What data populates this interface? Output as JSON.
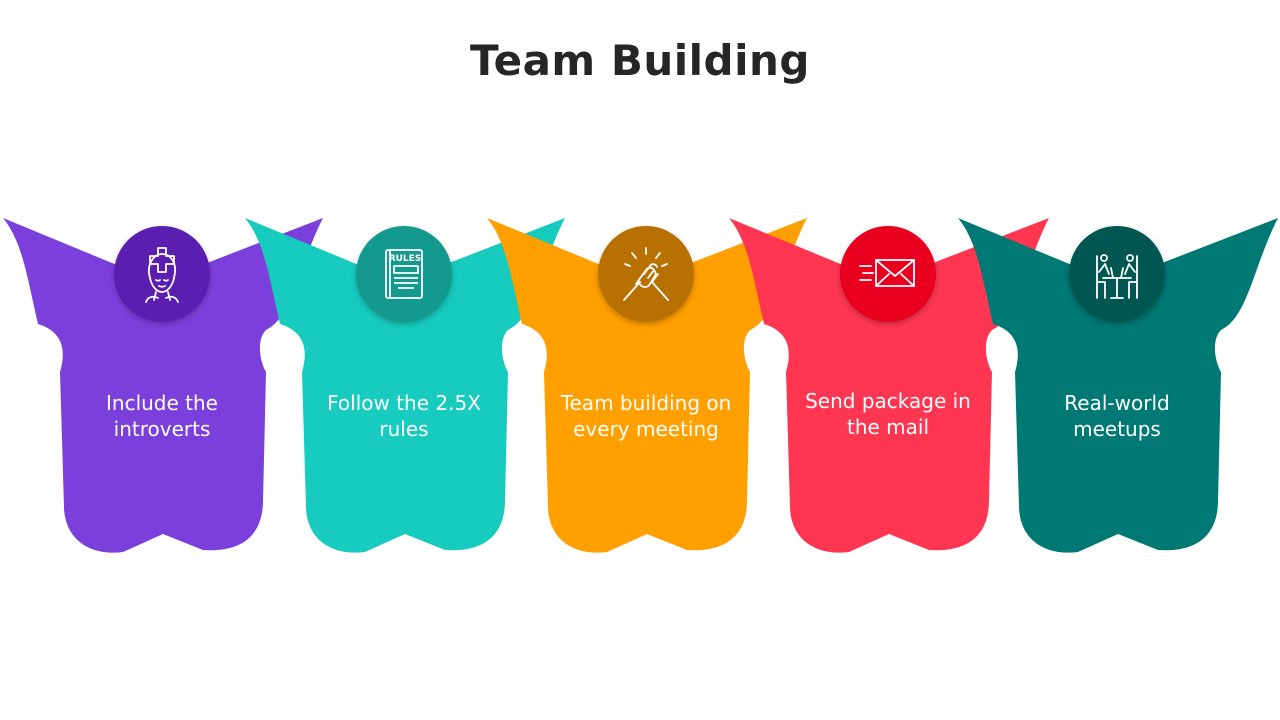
{
  "title": "Team Building",
  "steps": [
    {
      "label": "Include the introverts",
      "color": "#7B3FDC",
      "badge_color": "#5A1FB0",
      "icon": "introvert-head-icon"
    },
    {
      "label": "Follow the 2.5X rules",
      "color": "#17CBBE",
      "badge_color": "#13998E",
      "icon": "rules-book-icon",
      "icon_text": "RULES"
    },
    {
      "label": "Team building on every meeting",
      "color": "#FF9F00",
      "badge_color": "#B87100",
      "icon": "handshake-icon"
    },
    {
      "label": "Send package in the mail",
      "color": "#FF3651",
      "badge_color": "#E8001E",
      "icon": "mail-envelope-icon"
    },
    {
      "label": "Real-world meetups",
      "color": "#007873",
      "badge_color": "#005651",
      "icon": "meetup-table-icon"
    }
  ]
}
